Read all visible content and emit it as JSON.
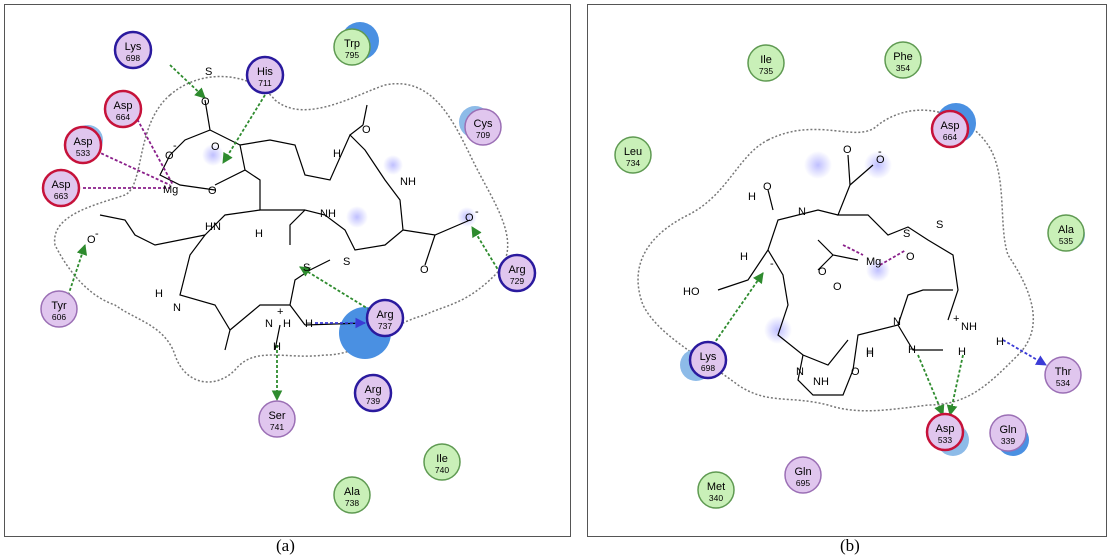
{
  "labels": {
    "a": "(a)",
    "b": "(b)"
  },
  "colors": {
    "green_fill": "#c9f0b8",
    "green_border": "#5f9a52",
    "purple_fill": "#e0c6ee",
    "purple_border": "#9b6fb5",
    "basic_border": "#2a1a9e",
    "acidic_border": "#c6123a",
    "hbond_green": "#2e8b2e",
    "metal_purple": "#8a1f8a",
    "hbond_blue": "#3b3bd6",
    "exposure_blue": "#4a90e2"
  },
  "panel_a": {
    "residues": [
      {
        "name": "Lys",
        "num": "698",
        "type": "basic"
      },
      {
        "name": "His",
        "num": "711",
        "type": "basic"
      },
      {
        "name": "Trp",
        "num": "795",
        "type": "green"
      },
      {
        "name": "Asp",
        "num": "664",
        "type": "acidic"
      },
      {
        "name": "Asp",
        "num": "533",
        "type": "acidic"
      },
      {
        "name": "Asp",
        "num": "663",
        "type": "acidic"
      },
      {
        "name": "Cys",
        "num": "709",
        "type": "purple"
      },
      {
        "name": "Arg",
        "num": "729",
        "type": "basic"
      },
      {
        "name": "Tyr",
        "num": "606",
        "type": "purple"
      },
      {
        "name": "Arg",
        "num": "737",
        "type": "basic"
      },
      {
        "name": "Arg",
        "num": "739",
        "type": "basic"
      },
      {
        "name": "Ser",
        "num": "741",
        "type": "purple"
      },
      {
        "name": "Ile",
        "num": "740",
        "type": "green"
      },
      {
        "name": "Ala",
        "num": "738",
        "type": "green"
      }
    ],
    "atoms": [
      "O",
      "O",
      "O",
      "O",
      "O",
      "O",
      "O",
      "O",
      "Mg",
      "HN",
      "NH",
      "NH",
      "N",
      "N",
      "H",
      "H",
      "H",
      "H",
      "H",
      "H",
      "S",
      "S",
      "S",
      "-",
      "-",
      "-",
      "+"
    ]
  },
  "panel_b": {
    "residues": [
      {
        "name": "Ile",
        "num": "735",
        "type": "green"
      },
      {
        "name": "Phe",
        "num": "354",
        "type": "green"
      },
      {
        "name": "Asp",
        "num": "664",
        "type": "acidic"
      },
      {
        "name": "Leu",
        "num": "734",
        "type": "green"
      },
      {
        "name": "Ala",
        "num": "535",
        "type": "green"
      },
      {
        "name": "Lys",
        "num": "698",
        "type": "basic"
      },
      {
        "name": "Thr",
        "num": "534",
        "type": "purple"
      },
      {
        "name": "Asp",
        "num": "533",
        "type": "acidic"
      },
      {
        "name": "Gln",
        "num": "339",
        "type": "purple"
      },
      {
        "name": "Met",
        "num": "340",
        "type": "green"
      },
      {
        "name": "Gln",
        "num": "695",
        "type": "purple"
      }
    ],
    "atoms": [
      "O",
      "O",
      "O",
      "O",
      "O",
      "O",
      "O",
      "N",
      "N",
      "H",
      "H",
      "N",
      "H",
      "H",
      "H",
      "H",
      "HO",
      "Mg",
      "S",
      "S",
      "H",
      "NH",
      "NH",
      "-",
      "-",
      "+"
    ]
  }
}
